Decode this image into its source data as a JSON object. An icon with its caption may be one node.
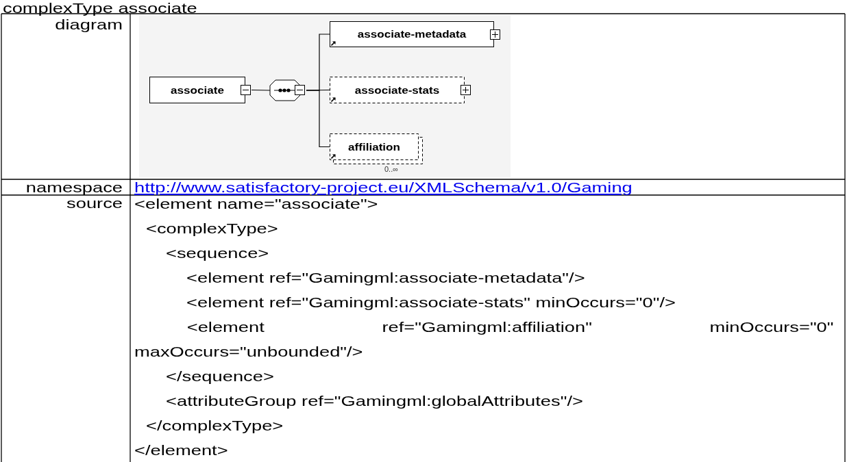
{
  "diagram": {
    "title": "complexType associate",
    "nodes": [
      {
        "text": [
          "associate"
        ]
      },
      {
        "text": [],
        "shape": "octagon"
      },
      {
        "text": [
          "associate-metadata"
        ]
      },
      {
        "text": [
          "associate-stats"
        ]
      },
      {
        "text": [
          "affiliation"
        ],
        "beside": [
          "0..∞"
        ]
      }
    ],
    "edges": [
      {
        "from": 0,
        "to": 1,
        "arrow": "none"
      },
      {
        "from": 1,
        "to": 2,
        "arrow": "none"
      },
      {
        "from": 1,
        "to": 3,
        "arrow": "none"
      },
      {
        "from": 1,
        "to": 4,
        "arrow": "none"
      }
    ],
    "labels": [
      "diagram",
      "namespace",
      "http://www.satisfactory-project.eu/XMLSchema/v1.0/Gaming",
      "source",
      "<element name=\"associate\">",
      "<complexType>",
      "<sequence>",
      "<element ref=\"Gamingml:associate-metadata\"/>",
      "<element ref=\"Gamingml:associate-stats\" minOccurs=\"0\"/>",
      "<element ref=\"Gamingml:affiliation\" minOccurs=\"0\" maxOccurs=\"unbounded\"/>",
      "</sequence>",
      "<attributeGroup ref=\"Gamingml:globalAttributes\"/>",
      "</complexType>",
      "</element>"
    ]
  }
}
